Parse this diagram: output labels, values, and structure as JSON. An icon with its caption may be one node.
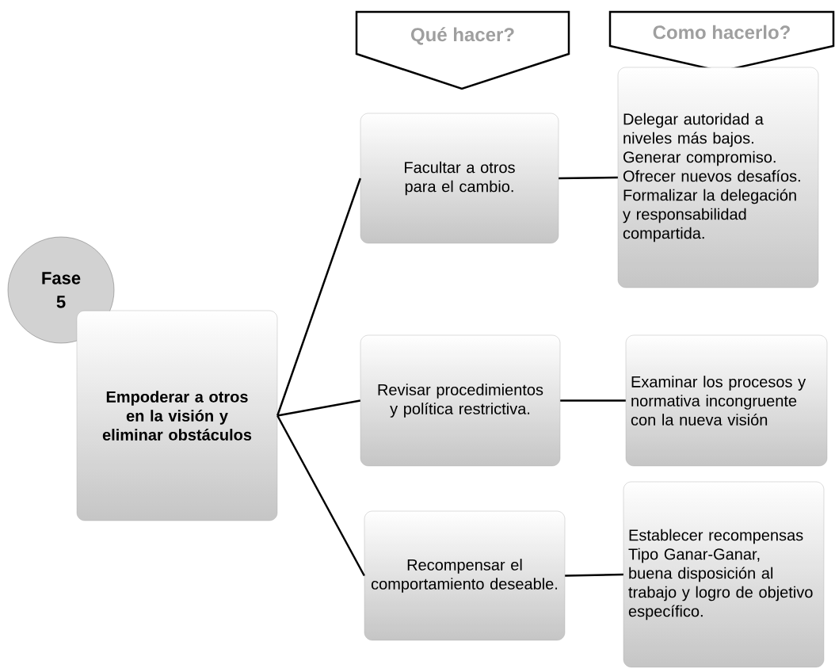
{
  "diagram": {
    "nodes": [
      {
        "text": [
          "Qué hacer?"
        ]
      },
      {
        "text": [
          "Como hacerlo?"
        ]
      },
      {
        "text": [
          "Facultar a otros para el cambio."
        ]
      },
      {
        "text": [
          "Delegar autoridad a niveles más bajos. Generar compromiso. Ofrecer nuevos desafíos. Formalizar la delegación y responsabilidad compartida."
        ]
      },
      {
        "text": [
          "Fase 5"
        ]
      },
      {
        "text": [
          "Empoderar a otros en la visión y eliminar obstáculos"
        ]
      },
      {
        "text": [
          "Revisar procedimientos y política restrictiva."
        ]
      },
      {
        "text": [
          "Examinar los procesos y normativa incongruente con la nueva visión"
        ]
      },
      {
        "text": [
          "Recompensar el comportamiento deseable."
        ]
      },
      {
        "text": [
          "Establecer recompensas Tipo Ganar-Ganar, buena disposición al trabajo y logro de objetivo específico."
        ]
      }
    ],
    "edges": [
      {
        "from": 5,
        "to": 2,
        "arrow": "none"
      },
      {
        "from": 5,
        "to": 6,
        "arrow": "none"
      },
      {
        "from": 5,
        "to": 8,
        "arrow": "none"
      },
      {
        "from": 2,
        "to": 3,
        "arrow": "none"
      },
      {
        "from": 6,
        "to": 7,
        "arrow": "none"
      },
      {
        "from": 8,
        "to": 9,
        "arrow": "none"
      }
    ]
  }
}
